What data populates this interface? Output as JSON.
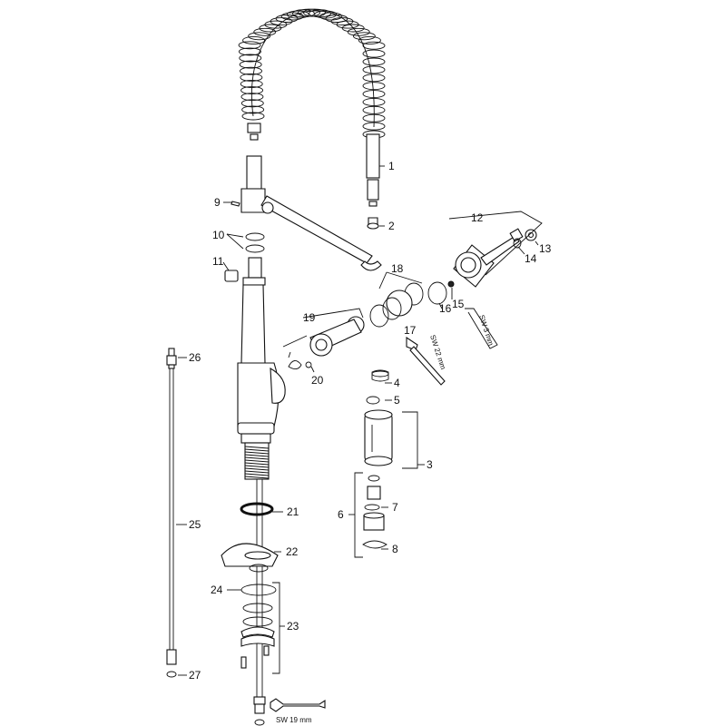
{
  "parts": [
    {
      "id": "1",
      "label": "1"
    },
    {
      "id": "2",
      "label": "2"
    },
    {
      "id": "3",
      "label": "3"
    },
    {
      "id": "4",
      "label": "4"
    },
    {
      "id": "5",
      "label": "5"
    },
    {
      "id": "6",
      "label": "6"
    },
    {
      "id": "7",
      "label": "7"
    },
    {
      "id": "8",
      "label": "8"
    },
    {
      "id": "9",
      "label": "9"
    },
    {
      "id": "10",
      "label": "10"
    },
    {
      "id": "11",
      "label": "11"
    },
    {
      "id": "12",
      "label": "12"
    },
    {
      "id": "13",
      "label": "13"
    },
    {
      "id": "14",
      "label": "14"
    },
    {
      "id": "15",
      "label": "15"
    },
    {
      "id": "16",
      "label": "16"
    },
    {
      "id": "17",
      "label": "17"
    },
    {
      "id": "18",
      "label": "18"
    },
    {
      "id": "19",
      "label": "19"
    },
    {
      "id": "20",
      "label": "20"
    },
    {
      "id": "21",
      "label": "21"
    },
    {
      "id": "22",
      "label": "22"
    },
    {
      "id": "23",
      "label": "23"
    },
    {
      "id": "24",
      "label": "24"
    },
    {
      "id": "25",
      "label": "25"
    },
    {
      "id": "26",
      "label": "26"
    },
    {
      "id": "27",
      "label": "27"
    }
  ],
  "tools": {
    "wrench_22": "SW 22 mm",
    "hex_key_3": "SW 3 mm",
    "wrench_19": "SW 19 mm"
  }
}
